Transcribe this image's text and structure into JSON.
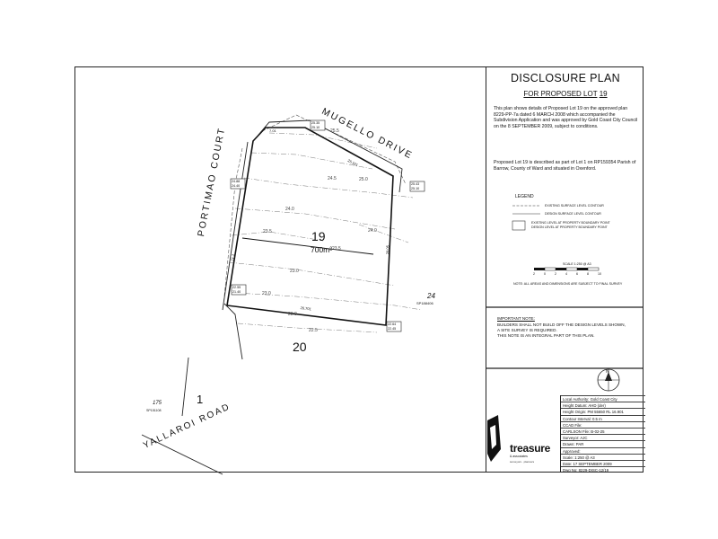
{
  "plan": {
    "street_north": "MUGELLO DRIVE",
    "street_west": "PORTIMAO COURT",
    "street_south": "YALLAROI ROAD",
    "lot_number": "19",
    "lot_area": "700m²",
    "neighbor_east_lot": "24",
    "neighbor_east_plan": "SP188406",
    "neighbor_south_lot": "20",
    "lot_1": "1",
    "lot_175": "175",
    "lot_175_plan": "SP151108",
    "contour_labels": [
      "25.5",
      "25.0",
      "24.5",
      "24.0",
      "23.5",
      "23.5",
      "23.0",
      "23.0",
      "22.5",
      "24.5",
      "24.0"
    ],
    "corner_levels": [
      {
        "top": "25.35",
        "bottom": "25.10"
      },
      {
        "top": "24.88",
        "bottom": "24.40"
      },
      {
        "top": "25.43",
        "bottom": "25.10"
      },
      {
        "top": "22.55",
        "bottom": "21.40"
      },
      {
        "top": "22.64",
        "bottom": "22.45"
      }
    ],
    "boundary_lengths": [
      "7.01",
      "25.161",
      "26.701",
      "28.05",
      "23.0",
      "21.1"
    ]
  },
  "panel": {
    "title": "DISCLOSURE PLAN",
    "subtitle_prefix": "FOR PROPOSED LOT",
    "subtitle_lot": "19",
    "para1": "This plan shows details of Proposed Lot   19   on the approved plan 8229-PP-7a dated 6 MARCH 2008 which accompanied the Subdivision Application and was approved by Gold Coast City Council on the 8 SEPTEMBER 2009, subject to conditions.",
    "para2": "Proposed Lot  19  is described as part of Lot 1 on RP159354 Parish of Barrow, County of Ward and situated in Oxenford.",
    "legend_title": "LEGEND",
    "legend": [
      "EXISTING SURFACE LEVEL CONTOUR",
      "DESIGN SURFACE LEVEL CONTOUR",
      "EXISTING LEVEL AT PROPERTY BOUNDARY POINT",
      "DESIGN LEVEL AT PROPERTY BOUNDARY POINT"
    ],
    "scale_label": "SCALE 1:250 @ A3",
    "scale_ticks": [
      "2",
      "0",
      "2",
      "4",
      "6",
      "8",
      "10"
    ],
    "note": "NOTE: ALL AREAS AND DIMENSIONS ARE SUBJECT TO FINAL SURVEY",
    "important": [
      "IMPORTANT NOTE:",
      "BUILDERS SHALL NOT BUILD OFF THE DESIGN LEVELS SHOWN,",
      "A SITE SURVEY IS REQUIRED.",
      "THIS NOTE IS AN INTEGRAL PART OF THIS PLAN."
    ],
    "north_label": "N",
    "title_block": [
      "Local Authority: Gold Coast City",
      "Height Datum: AHD (der)",
      "Height Origin: PM 55650 RL 16.901",
      "Contour Interval: 0.5 m",
      "CCAD File:",
      "CARLSON File: B-02-25",
      "Surveyor: AJC",
      "Drawn: PAR",
      "Approved:",
      "Scale: 1:250 @ A3",
      "Date: 17 SEPTEMBER 2009",
      "Dwg No: 8229-DISC-12/19"
    ],
    "logo": "treasure",
    "logo_sub": "& associates",
    "logo_sub2": "surveyors · planners"
  }
}
